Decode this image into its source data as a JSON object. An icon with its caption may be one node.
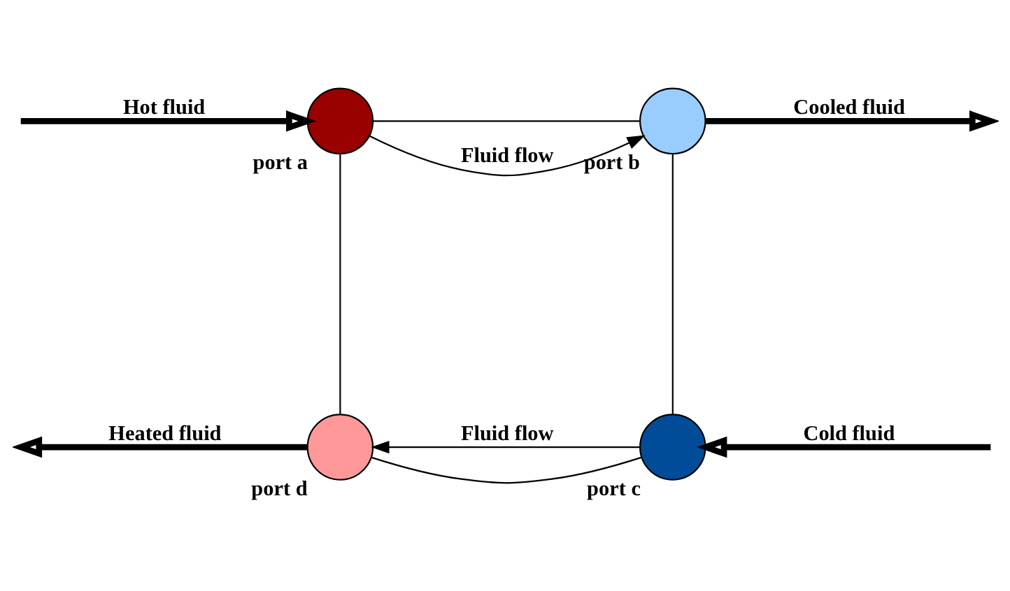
{
  "diagram": {
    "nodes": [
      {
        "text": [],
        "shape": "circle",
        "beside": [
          "port a"
        ]
      },
      {
        "text": [],
        "shape": "circle",
        "beside": [
          "port b"
        ]
      },
      {
        "text": [],
        "shape": "circle",
        "beside": [
          "port d"
        ]
      },
      {
        "text": [],
        "shape": "circle",
        "beside": [
          "port c"
        ]
      }
    ],
    "edges": [
      {
        "from": null,
        "to": 0,
        "arrow": "to",
        "style": "thick",
        "label": "Hot fluid"
      },
      {
        "from": 0,
        "to": 1,
        "arrow": "none"
      },
      {
        "from": 0,
        "to": 1,
        "arrow": "to",
        "label": "Fluid flow"
      },
      {
        "from": 1,
        "to": null,
        "arrow": "to",
        "style": "thick",
        "label": "Cooled fluid"
      },
      {
        "from": 0,
        "to": 2,
        "arrow": "none"
      },
      {
        "from": 1,
        "to": 3,
        "arrow": "none"
      },
      {
        "from": 2,
        "to": null,
        "arrow": "to",
        "style": "thick",
        "label": "Heated fluid"
      },
      {
        "from": 3,
        "to": 2,
        "arrow": "to",
        "label": "Fluid flow"
      },
      {
        "from": 3,
        "to": 2,
        "arrow": "none"
      },
      {
        "from": null,
        "to": 3,
        "arrow": "to",
        "style": "thick",
        "label": "Cold fluid"
      }
    ]
  }
}
